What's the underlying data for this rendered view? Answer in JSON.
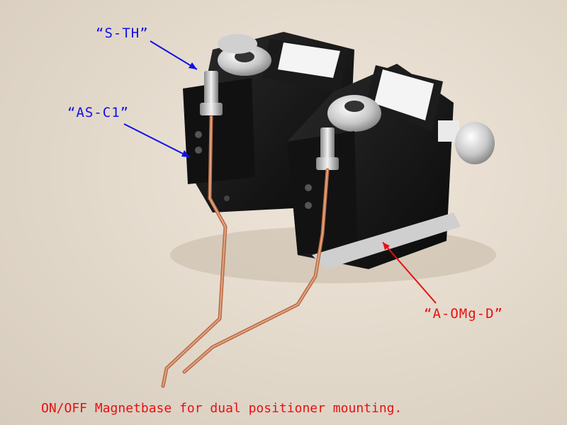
{
  "labels": {
    "s_th": "“S-TH”",
    "as_c1": "“AS-C1”",
    "a_omg_d": "“A-OMg-D”"
  },
  "caption": "ON/OFF Magnetbase for dual positioner mounting.",
  "colors": {
    "annotation_blue": "#1010e8",
    "annotation_red": "#e81010",
    "background": "#e6dccf"
  }
}
